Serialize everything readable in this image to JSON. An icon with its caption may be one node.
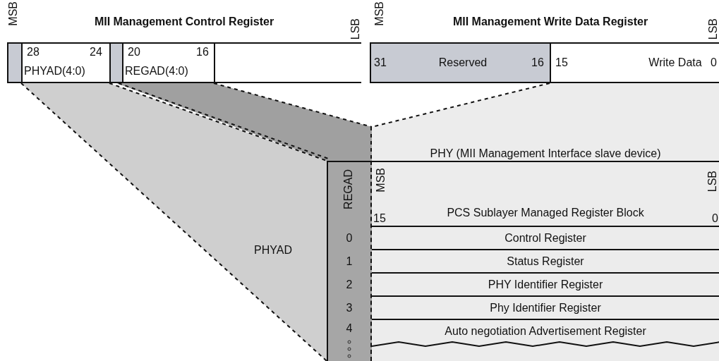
{
  "diagram": {
    "nodes": [
      {
        "text": [
          "MII Management Control Register"
        ],
        "beside": [
          "MSB",
          "LSB"
        ]
      },
      {
        "text": [],
        "shape": "bar",
        "in": 0
      },
      {
        "text": [
          "28",
          "24",
          "PHYAD(4:0)"
        ],
        "in": 0
      },
      {
        "text": [],
        "shape": "bar",
        "in": 0
      },
      {
        "text": [
          "20",
          "16",
          "REGAD(4:0)"
        ],
        "in": 0
      },
      {
        "text": [],
        "shape": "box",
        "in": 0
      },
      {
        "text": [
          "MII Management Write Data Register"
        ],
        "beside": [
          "MSB",
          "LSB"
        ]
      },
      {
        "text": [
          "31",
          "Reserved",
          "16"
        ],
        "in": 6
      },
      {
        "text": [
          "15",
          "Write Data",
          "0"
        ],
        "in": 6
      },
      {
        "text": [
          "PHY (MII Management Interface slave device)"
        ]
      },
      {
        "text": [
          "REGAD",
          "0",
          "1",
          "2",
          "3",
          "4"
        ]
      },
      {
        "text": [
          "MSB",
          "PCS Sublayer Managed Register Block",
          "15",
          "LSB",
          "0"
        ],
        "in": 9
      },
      {
        "text": [
          "Control Register"
        ],
        "in": 9
      },
      {
        "text": [
          "Status Register"
        ],
        "in": 9
      },
      {
        "text": [
          "PHY Identifier Register"
        ],
        "in": 9
      },
      {
        "text": [
          "Phy Identifier Register"
        ],
        "in": 9
      },
      {
        "text": [
          "Auto negotiation Advertisement Register"
        ],
        "in": 9
      }
    ],
    "labels": [
      "PHYAD"
    ]
  }
}
